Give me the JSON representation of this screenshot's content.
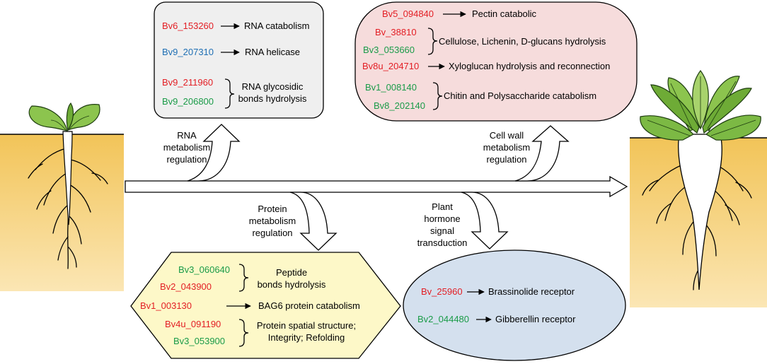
{
  "colors": {
    "red": "#e31e24",
    "green": "#1a9b48",
    "blue": "#1f6fb4",
    "rna_box_fill": "#efefef",
    "cellwall_box_fill": "#f6dcdc",
    "protein_box_fill": "#fdf8c8",
    "hormone_box_fill": "#d4e0ee",
    "soil_top": "#f2c458",
    "soil_bottom": "#fbe6b4",
    "leaf": "#8cc44e",
    "leaf_dark": "#5d9b2c",
    "root": "#ffffff"
  },
  "pathways": {
    "rna": "RNA metabolism regulation",
    "cell_wall": "Cell wall metabolism regulation",
    "protein": "Protein metabolism regulation",
    "hormone": "Plant hormone signal transduction"
  },
  "rna_box": {
    "g1": "Bv6_153260",
    "f1": "RNA catabolism",
    "g2": "Bv9_207310",
    "f2": "RNA helicase",
    "g3": "Bv9_211960",
    "g4": "Bv9_206800",
    "f3a": "RNA glycosidic",
    "f3b": "bonds hydrolysis"
  },
  "cell_wall_box": {
    "g1": "Bv5_094840",
    "f1": "Pectin catabolic",
    "g2": "Bv_38810",
    "g3": "Bv3_053660",
    "f2": "Cellulose, Lichenin, D-glucans hydrolysis",
    "g4": "Bv8u_204710",
    "f3": "Xyloglucan hydrolysis and reconnection",
    "g5": "Bv1_008140",
    "g6": "Bv8_202140",
    "f4": "Chitin and Polysaccharide catabolism"
  },
  "protein_box": {
    "g1": "Bv3_060640",
    "g2": "Bv2_043900",
    "f1a": "Peptide",
    "f1b": "bonds hydrolysis",
    "g3": "Bv1_003130",
    "f2": "BAG6 protein catabolism",
    "g4": "Bv4u_091190",
    "g5": "Bv3_053900",
    "f3a": "Protein spatial structure;",
    "f3b": "Integrity; Refolding"
  },
  "hormone_box": {
    "g1": "Bv_25960",
    "f1": "Brassinolide receptor",
    "g2": "Bv2_044480",
    "f2": "Gibberellin receptor"
  }
}
